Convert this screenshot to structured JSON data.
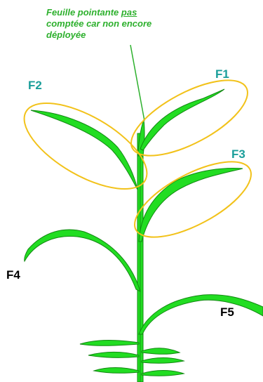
{
  "colors": {
    "leaf": "#22dd22",
    "leaf_outline": "#118811",
    "ellipse": "#f2c21a",
    "teal": "#1a9e9a",
    "note": "#2db02d",
    "black": "#000000"
  },
  "annotation": {
    "line1_prefix": "Feuille pointante ",
    "line1_underlined": "pas",
    "line2": "comptée car non encore",
    "line3": "déployée"
  },
  "labels": {
    "f1": "F1",
    "f2": "F2",
    "f3": "F3",
    "f4": "F4",
    "f5": "F5"
  }
}
